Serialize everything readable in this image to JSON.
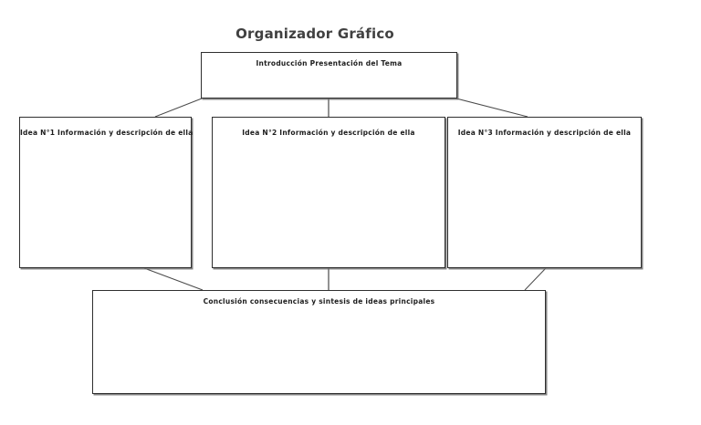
{
  "page": {
    "title": "Organizador Gráfico",
    "background_color": "#ffffff",
    "line_color": "#4a4a4a",
    "box_border_color": "#2f2f2f",
    "text_color": "#1d1d1d"
  },
  "nodes": {
    "intro": {
      "label": "Introducción Presentación del Tema"
    },
    "idea1": {
      "label": "Idea N°1 Información y descripción de ella"
    },
    "idea2": {
      "label": "Idea N°2 Información y descripción de ella"
    },
    "idea3": {
      "label": "Idea N°3 Información y descripción de ella"
    },
    "conclusion": {
      "label": "Conclusión consecuencias y sintesis de ideas principales"
    }
  },
  "connectors": [
    {
      "name": "intro-to-idea1",
      "from": "intro",
      "to": "idea1",
      "kind": "diagonal"
    },
    {
      "name": "intro-to-idea2",
      "from": "intro",
      "to": "idea2",
      "kind": "vertical"
    },
    {
      "name": "intro-to-idea3",
      "from": "intro",
      "to": "idea3",
      "kind": "diagonal"
    },
    {
      "name": "idea1-to-conclusion",
      "from": "idea1",
      "to": "conclusion",
      "kind": "diagonal"
    },
    {
      "name": "idea2-to-conclusion",
      "from": "idea2",
      "to": "conclusion",
      "kind": "vertical"
    },
    {
      "name": "idea3-to-conclusion",
      "from": "idea3",
      "to": "conclusion",
      "kind": "diagonal"
    }
  ]
}
